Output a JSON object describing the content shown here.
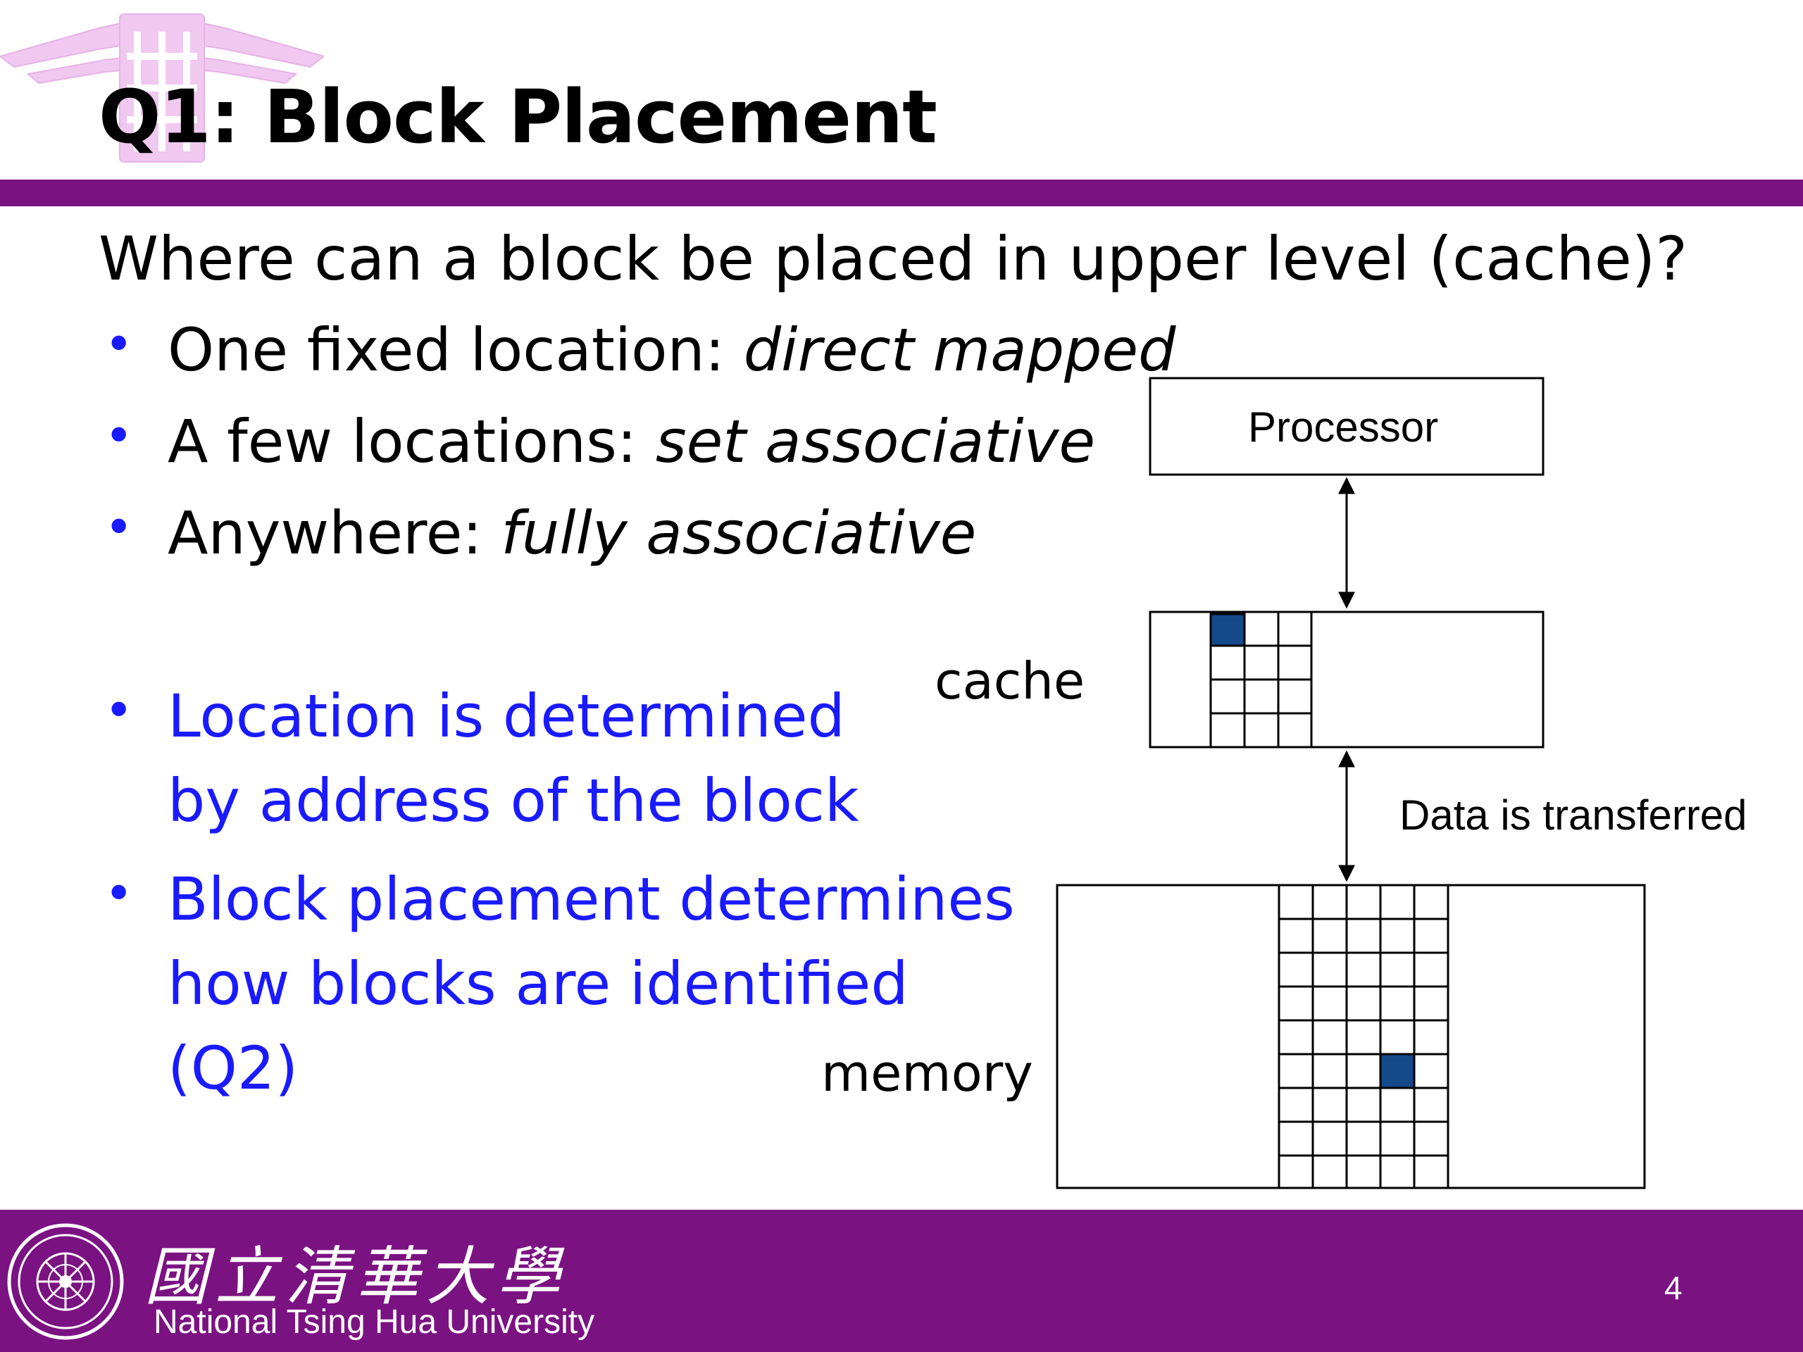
{
  "slide": {
    "title": "Q1: Block Placement",
    "question": "Where can a block be placed in upper level (cache)?",
    "bullets": [
      {
        "lead": "One fixed location: ",
        "emph": "direct mapped"
      },
      {
        "lead": "A few locations: ",
        "emph": "set associative"
      },
      {
        "lead": "Anywhere: ",
        "emph": "fully associative"
      }
    ],
    "blue_bullets": [
      {
        "line1": "Location is determined",
        "line2": "by address of the block"
      },
      {
        "line1": "Block placement determines",
        "line2": "how blocks are identified",
        "line3": "(Q2)"
      }
    ],
    "bullet_glyph": "•",
    "colors": {
      "accent": "#7b1282",
      "blue_text": "#1a1aff",
      "block_fill": "#154a8a"
    }
  },
  "diagram": {
    "processor_label": "Processor",
    "cache_label": "cache",
    "memory_label": "memory",
    "transfer_label": "Data is transferred"
  },
  "footer": {
    "university_chinese": "國立清華大學",
    "university_english": "National Tsing Hua University",
    "page_number": "4",
    "logo_icon": "nthu-seal-icon"
  }
}
